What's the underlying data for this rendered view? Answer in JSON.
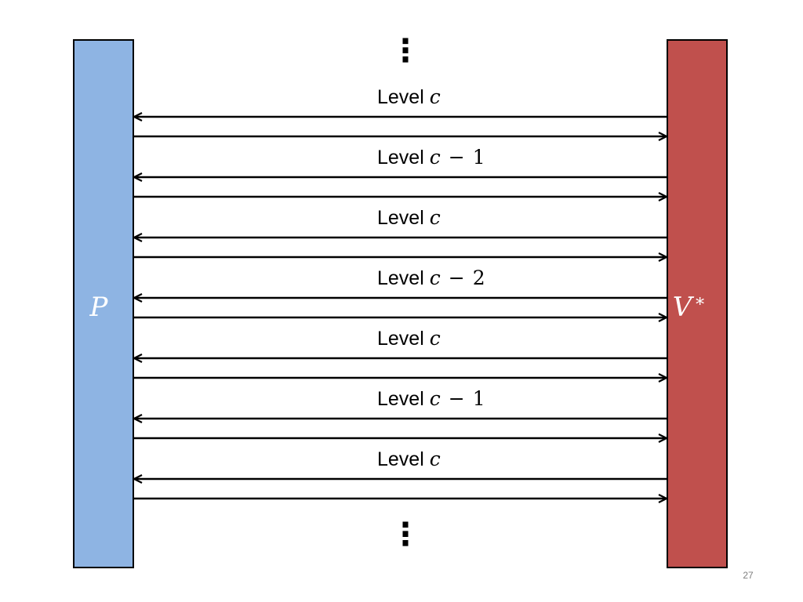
{
  "colors": {
    "prover_fill": "#8eb4e3",
    "verifier_fill": "#c0504d",
    "outline": "#000000"
  },
  "prover": {
    "label": "P"
  },
  "verifier": {
    "label": "V",
    "superscript": "∗"
  },
  "ellipsis": {
    "glyph": "⋮"
  },
  "levels": [
    {
      "word": "Level",
      "variable": "c",
      "operator": "",
      "offset": ""
    },
    {
      "word": "Level",
      "variable": "c",
      "operator": "−",
      "offset": "1"
    },
    {
      "word": "Level",
      "variable": "c",
      "operator": "",
      "offset": ""
    },
    {
      "word": "Level",
      "variable": "c",
      "operator": "−",
      "offset": "2"
    },
    {
      "word": "Level",
      "variable": "c",
      "operator": "",
      "offset": ""
    },
    {
      "word": "Level",
      "variable": "c",
      "operator": "−",
      "offset": "1"
    },
    {
      "word": "Level",
      "variable": "c",
      "operator": "",
      "offset": ""
    }
  ],
  "page_number": "27"
}
